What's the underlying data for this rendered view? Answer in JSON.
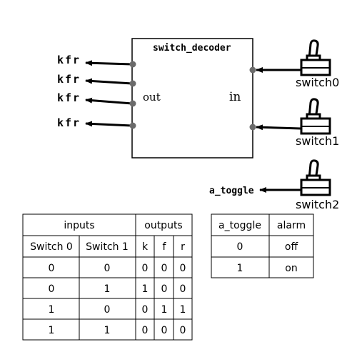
{
  "decoder": {
    "title": "switch_decoder",
    "out_label": "out",
    "in_label": "in"
  },
  "outputs": {
    "labels": [
      "kfr",
      "kfr",
      "kfr",
      "kfr"
    ]
  },
  "switches": {
    "labels": [
      "switch0",
      "switch1",
      "switch2"
    ]
  },
  "toggle": {
    "label": "a_toggle"
  },
  "truth_table": {
    "group_headers": [
      "inputs",
      "outputs"
    ],
    "columns": [
      "Switch 0",
      "Switch 1",
      "k",
      "f",
      "r"
    ],
    "rows": [
      [
        "0",
        "0",
        "0",
        "0",
        "0"
      ],
      [
        "0",
        "1",
        "1",
        "0",
        "0"
      ],
      [
        "1",
        "0",
        "0",
        "1",
        "1"
      ],
      [
        "1",
        "1",
        "0",
        "0",
        "0"
      ]
    ]
  },
  "alarm_table": {
    "columns": [
      "a_toggle",
      "alarm"
    ],
    "rows": [
      [
        "0",
        "off"
      ],
      [
        "1",
        "on"
      ]
    ]
  }
}
